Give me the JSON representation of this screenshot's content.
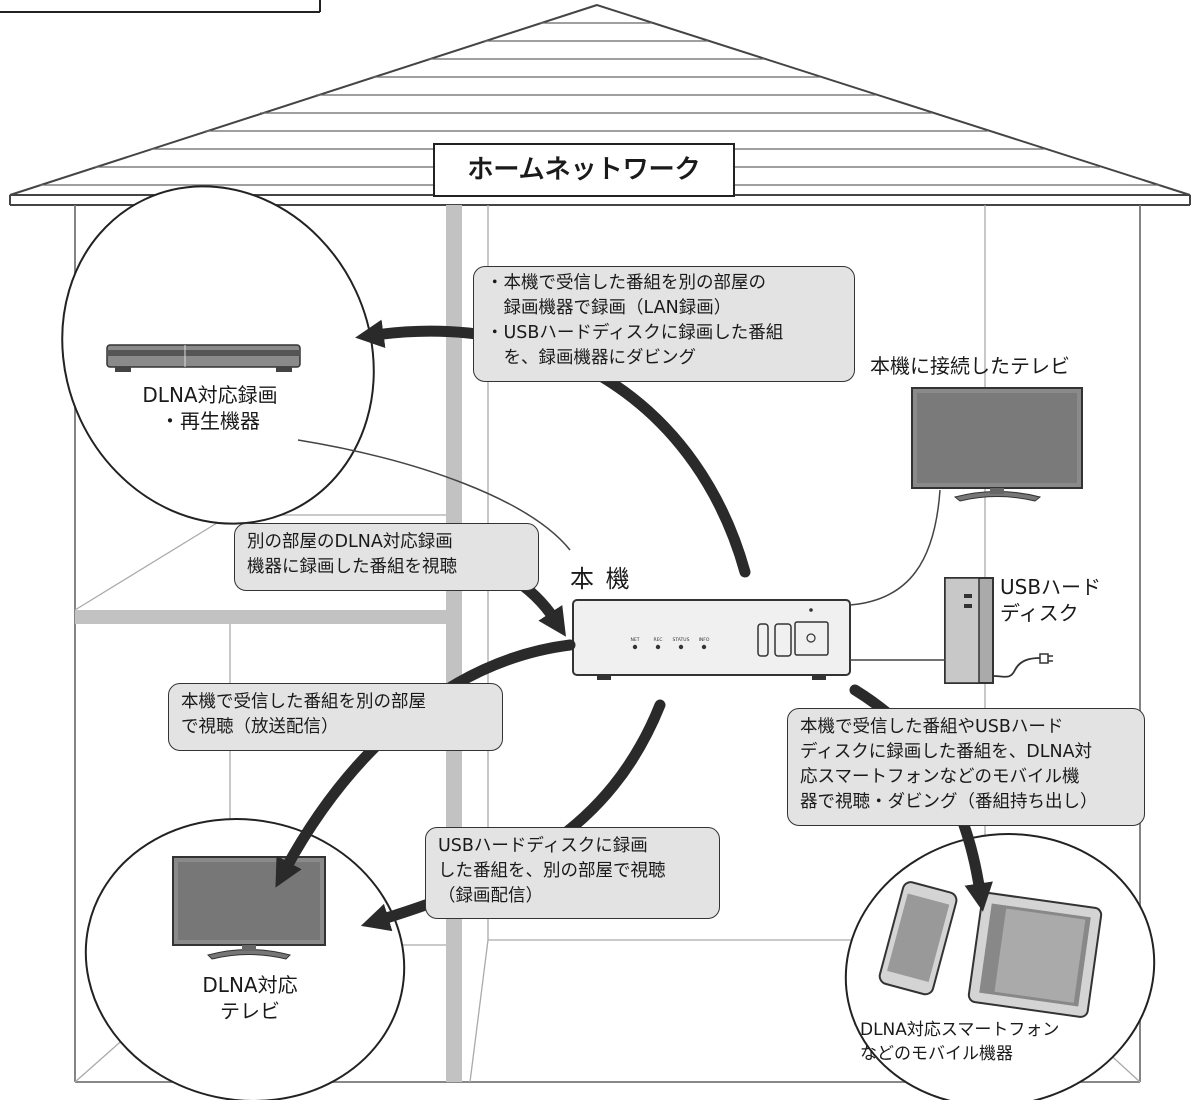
{
  "header": {
    "title": "ホームネットワーク"
  },
  "devices": {
    "main_unit": "本 機",
    "recorder": {
      "line1": "DLNA対応録画",
      "line2": "・再生機器"
    },
    "connected_tv": "本機に接続したテレビ",
    "usb_hdd": {
      "line1": "USBハード",
      "line2": "ディスク"
    },
    "dlna_tv": {
      "line1": "DLNA対応",
      "line2": "テレビ"
    },
    "mobile": {
      "line1": "DLNA対応スマートフォン",
      "line2": "などのモバイル機器"
    },
    "front_labels": [
      "NET",
      "REC",
      "STATUS",
      "INFO"
    ]
  },
  "callouts": {
    "lan_rec": [
      "・本機で受信した番組を別の部屋の",
      "　録画機器で録画（LAN録画）",
      "・USBハードディスクに録画した番組",
      "　を、録画機器にダビング"
    ],
    "view_other": [
      "別の部屋のDLNA対応録画",
      "機器に録画した番組を視聴"
    ],
    "broadcast": [
      "本機で受信した番組を別の部屋",
      "で視聴（放送配信）"
    ],
    "record_dist": [
      "USBハードディスクに録画",
      "した番組を、別の部屋で視聴",
      "（録画配信）"
    ],
    "mobile_dist": [
      "本機で受信した番組やUSBハード",
      "ディスクに録画した番組を、DLNA対",
      "応スマートフォンなどのモバイル機",
      "器で視聴・ダビング（番組持ち出し）"
    ]
  }
}
